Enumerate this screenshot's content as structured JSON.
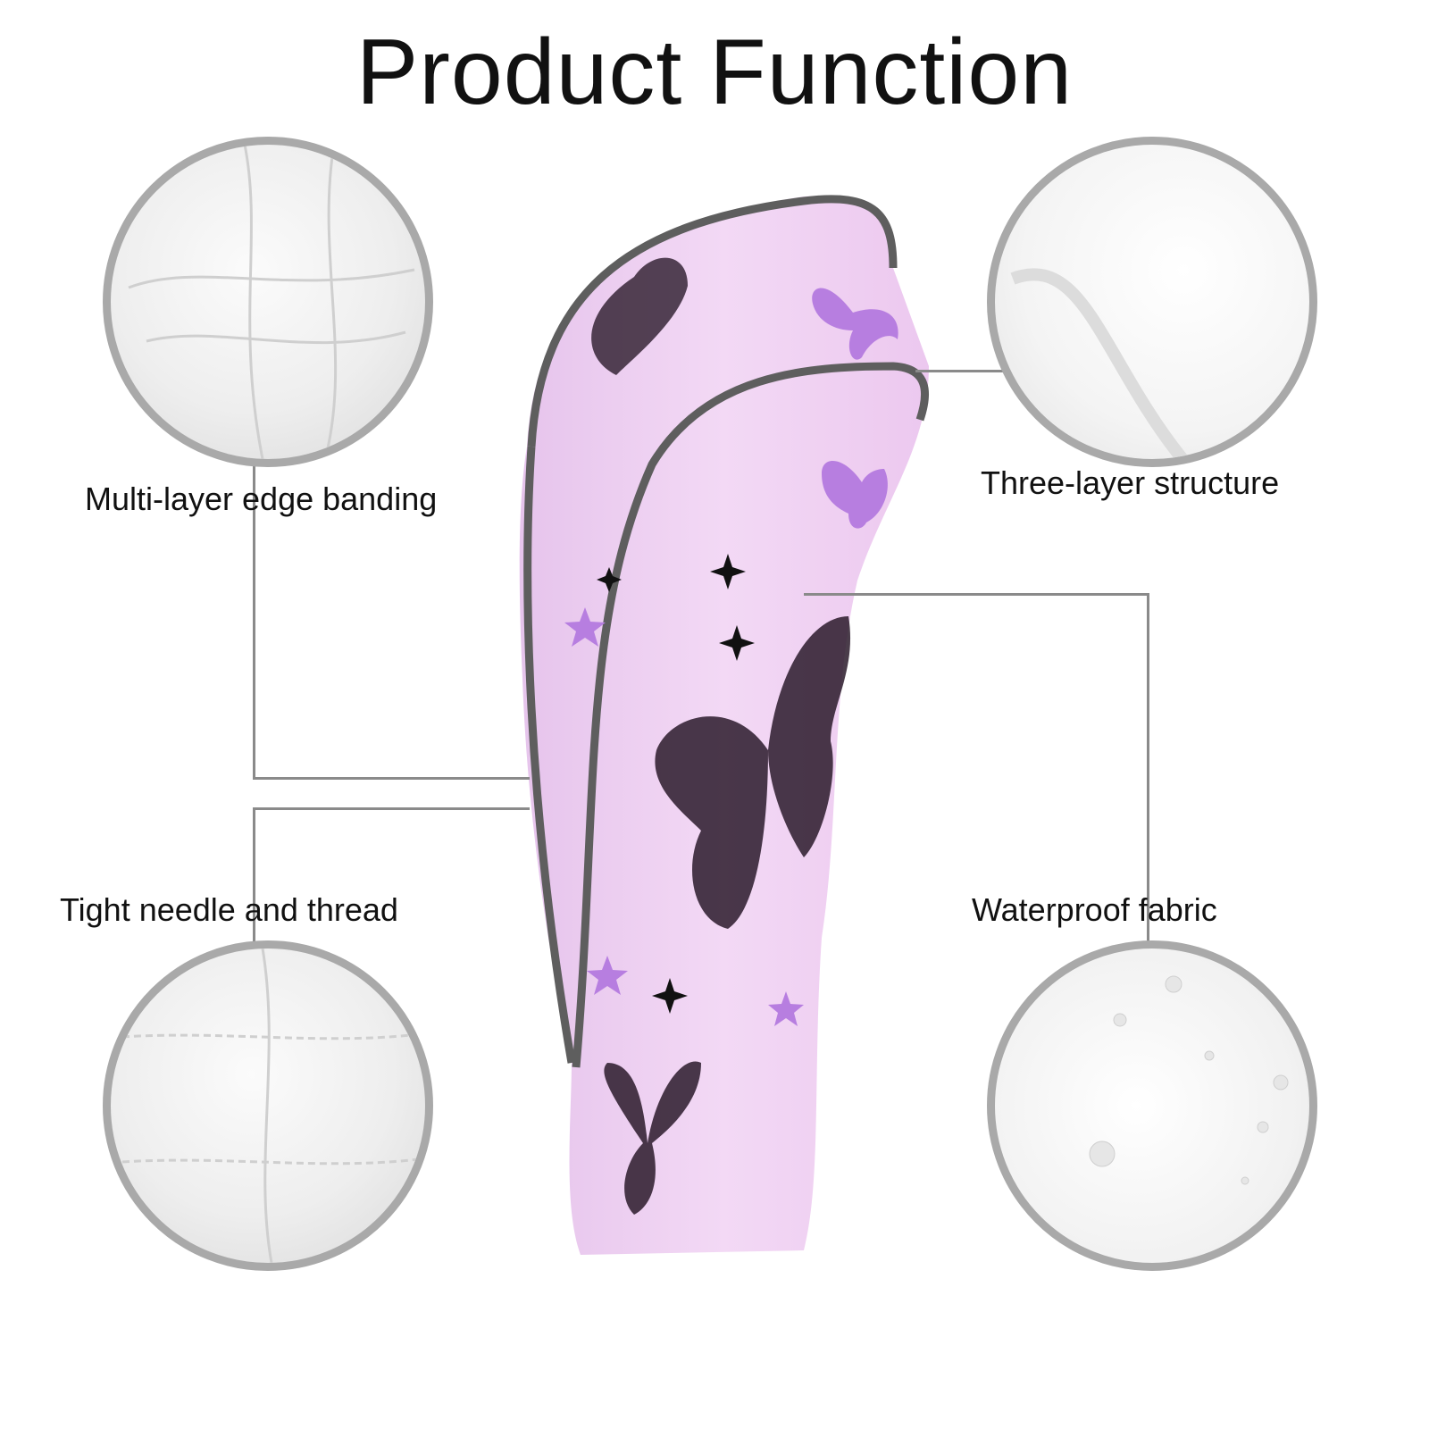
{
  "title": "Product Function",
  "features": [
    {
      "label": "Multi-layer edge banding",
      "icon": "edge-banding-closeup"
    },
    {
      "label": "Three-layer structure",
      "icon": "three-layer-closeup"
    },
    {
      "label": "Tight needle and thread",
      "icon": "stitching-closeup"
    },
    {
      "label": "Waterproof fabric",
      "icon": "waterproof-closeup"
    }
  ],
  "colors": {
    "cover_pink": "#f1d6f3",
    "edge_gray": "#5e5e5e",
    "butterfly_purple": "#b77ee0",
    "circle_border": "#a9a9a9"
  }
}
